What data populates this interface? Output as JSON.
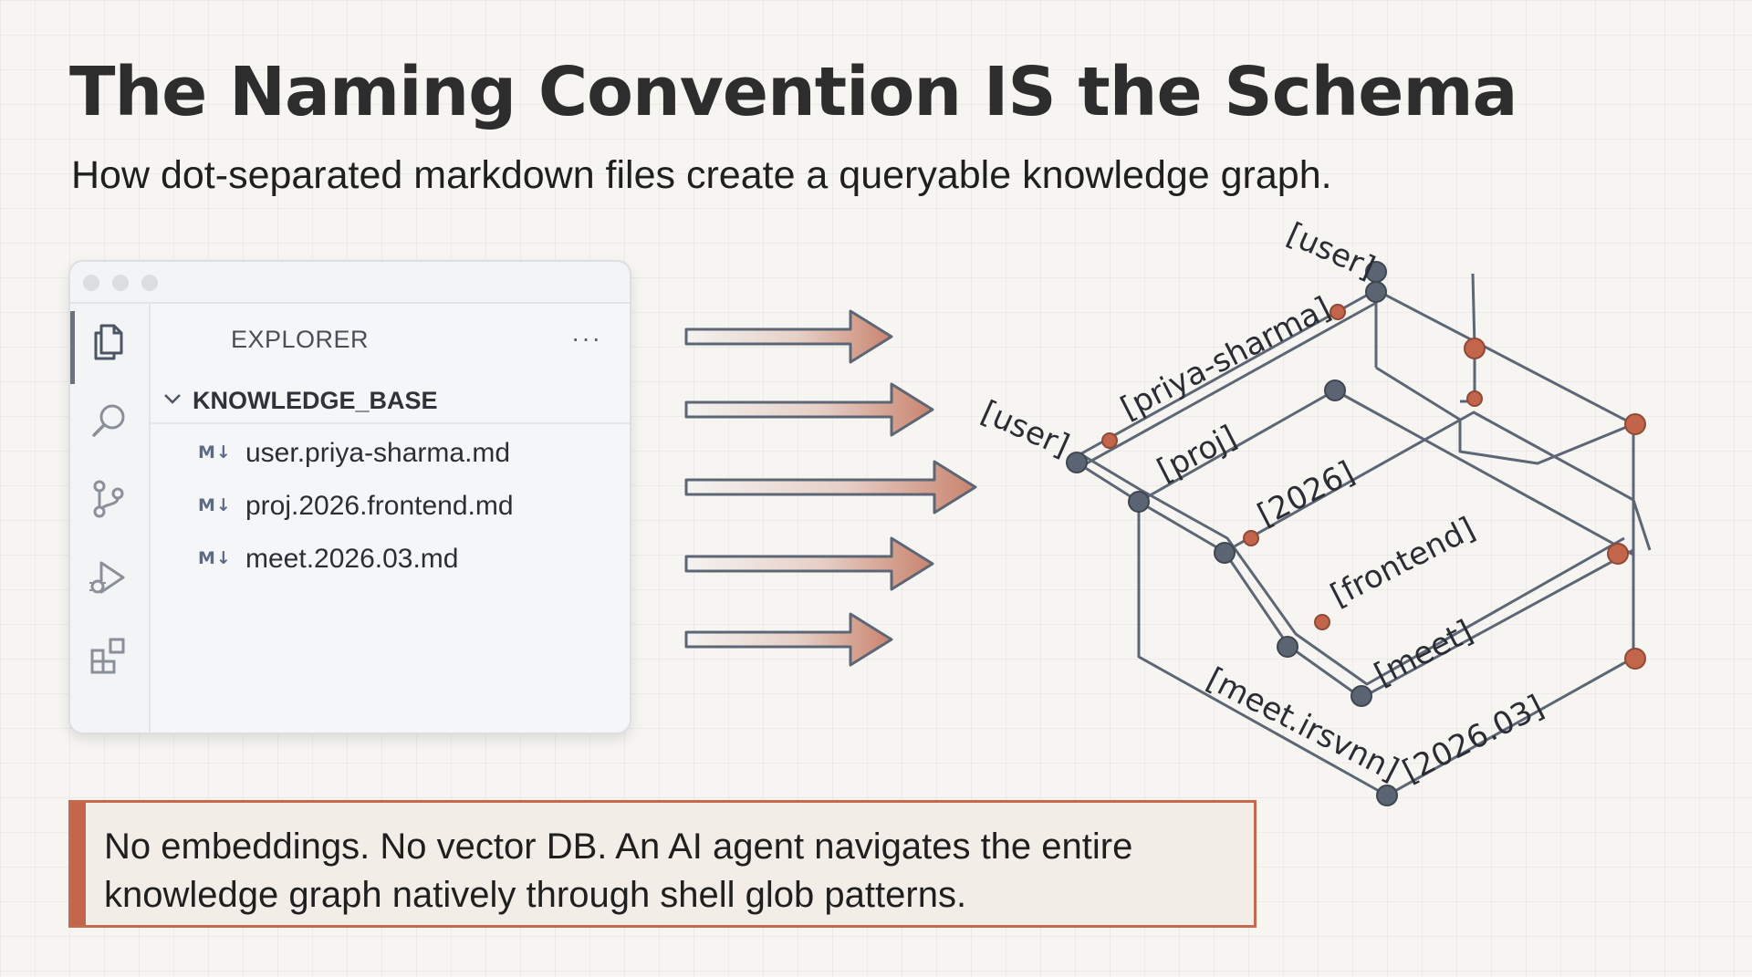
{
  "title": "The Naming Convention IS the Schema",
  "subtitle": "How dot-separated markdown files create a queryable knowledge graph.",
  "explorer": {
    "header": "EXPLORER",
    "more_icon": "···",
    "folder": {
      "name": "KNOWLEDGE_BASE",
      "expanded": true
    },
    "files": [
      {
        "icon": "M↓",
        "name": "user.priya-sharma.md"
      },
      {
        "icon": "M↓",
        "name": "proj.2026.frontend.md"
      },
      {
        "icon": "M↓",
        "name": "meet.2026.03.md"
      }
    ],
    "activity_icons": [
      "files-icon",
      "search-icon",
      "source-control-icon",
      "run-debug-icon",
      "extensions-icon"
    ]
  },
  "graph": {
    "labels": [
      "[user]",
      "[priya-sharma]",
      "[user]",
      "[proj]",
      "[2026]",
      "[frontend]",
      "[meet]",
      "[meet.irsvnn]",
      "[2026.03]"
    ]
  },
  "callout": {
    "line1": "No embeddings. No vector DB. An AI agent navigates the entire",
    "line2": "knowledge graph natively through shell glob patterns."
  },
  "colors": {
    "accent": "#c2654a",
    "node_dark": "#5b6472",
    "line": "#5d6675",
    "background": "#f6f5f2"
  }
}
